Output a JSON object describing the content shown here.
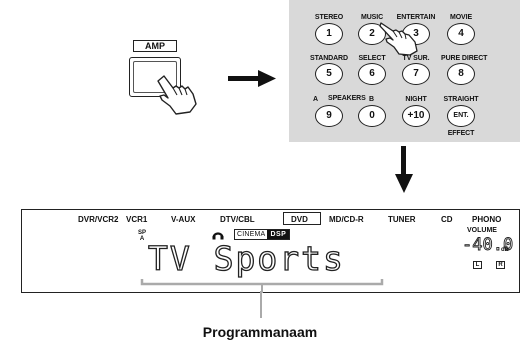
{
  "amp": {
    "label": "AMP"
  },
  "remote": {
    "buttons": [
      {
        "top": "STEREO",
        "key": "1"
      },
      {
        "top": "MUSIC",
        "key": "2"
      },
      {
        "top": "ENTERTAIN",
        "key": "3"
      },
      {
        "top": "MOVIE",
        "key": "4"
      },
      {
        "top": "STANDARD",
        "key": "5"
      },
      {
        "top": "SELECT",
        "key": "6"
      },
      {
        "top": "TV SUR.",
        "key": "7"
      },
      {
        "top": "PURE DIRECT",
        "key": "8"
      },
      {
        "top": "",
        "key": "9"
      },
      {
        "top": "",
        "key": "0"
      },
      {
        "top": "NIGHT",
        "key": "+10"
      },
      {
        "top": "STRAIGHT",
        "key": "ENT."
      }
    ],
    "speakers_label": "SPEAKERS",
    "speaker_a": "A",
    "speaker_b": "B",
    "effect_label": "EFFECT"
  },
  "display": {
    "inputs": [
      "DVR/VCR2",
      "VCR1",
      "V-AUX",
      "DTV/CBL",
      "DVD",
      "MD/CD-R",
      "TUNER",
      "CD",
      "PHONO"
    ],
    "selected_input": "DVD",
    "sp_label": "SP",
    "sp_sub": "A",
    "cinema_label": "CINEMA",
    "dsp_label": "DSP",
    "program_text": "TV Sports",
    "volume_label": "VOLUME",
    "volume_value": "-40.0",
    "volume_unit": "dB",
    "left_indicator": "L",
    "right_indicator": "R"
  },
  "caption": "Programmanaam"
}
